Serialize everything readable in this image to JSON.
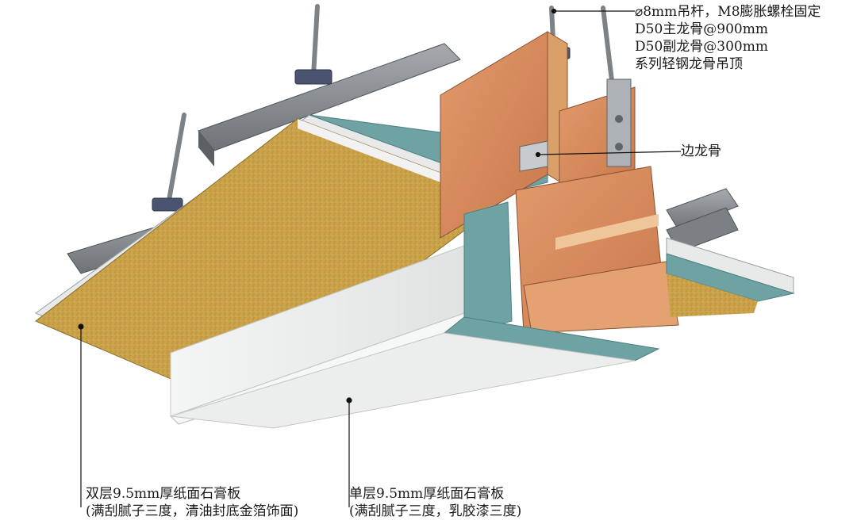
{
  "annotations": {
    "hanger": {
      "line1": "⌀8mm吊杆，M8膨胀螺栓固定",
      "line2": "D50主龙骨@900mm",
      "line3": "D50副龙骨@300mm",
      "line4": "系列轻钢龙骨吊顶"
    },
    "edge_keel": "边龙骨",
    "double_board": {
      "line1": "双层9.5mm厚纸面石膏板",
      "line2": "(满刮腻子三度，清油封底金箔饰面)"
    },
    "single_board": {
      "line1": "单层9.5mm厚纸面石膏板",
      "line2": "(满刮腻子三度，乳胶漆三度)"
    }
  },
  "colors": {
    "gold_finish": "#c9a24a",
    "plywood": "#d4895e",
    "gypsum_edge": "#6fa3a3",
    "steel": "#8a8e92",
    "white_board": "#f0f1f1"
  }
}
